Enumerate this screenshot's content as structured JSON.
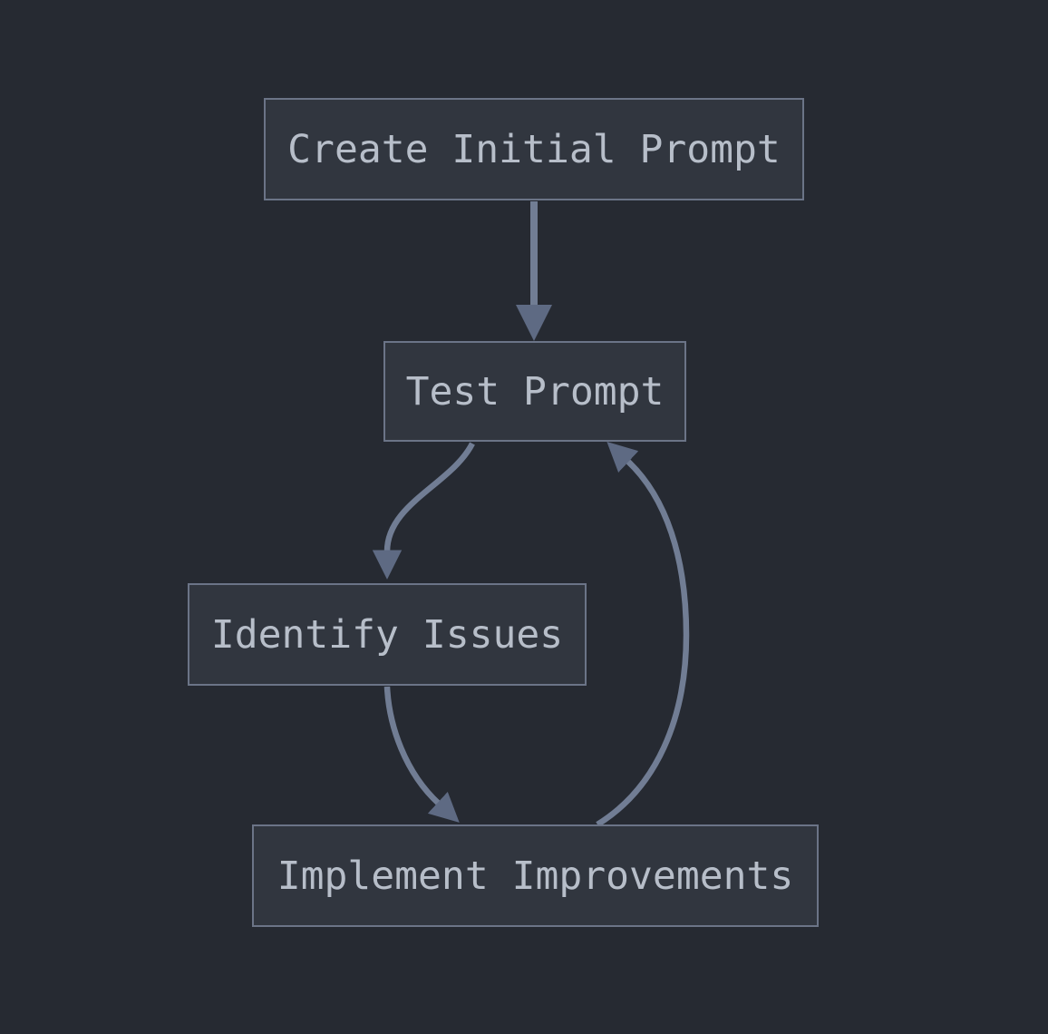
{
  "diagram": {
    "type": "flowchart",
    "direction": "top-down",
    "nodes": [
      {
        "id": "create",
        "label": "Create Initial Prompt"
      },
      {
        "id": "test",
        "label": "Test Prompt"
      },
      {
        "id": "identify",
        "label": "Identify Issues"
      },
      {
        "id": "implement",
        "label": "Implement Improvements"
      }
    ],
    "edges": [
      {
        "from": "create",
        "to": "test",
        "shape": "straight-down"
      },
      {
        "from": "test",
        "to": "identify",
        "shape": "curve-down-left"
      },
      {
        "from": "identify",
        "to": "implement",
        "shape": "curve-down-right"
      },
      {
        "from": "implement",
        "to": "test",
        "shape": "curve-up-right-loop"
      }
    ],
    "colors": {
      "background": "#262a32",
      "node_fill": "#31363f",
      "node_border": "#6b7487",
      "node_text": "#b7bec9",
      "edge_line": "#717d94",
      "arrowhead": "#5e6a83"
    }
  }
}
